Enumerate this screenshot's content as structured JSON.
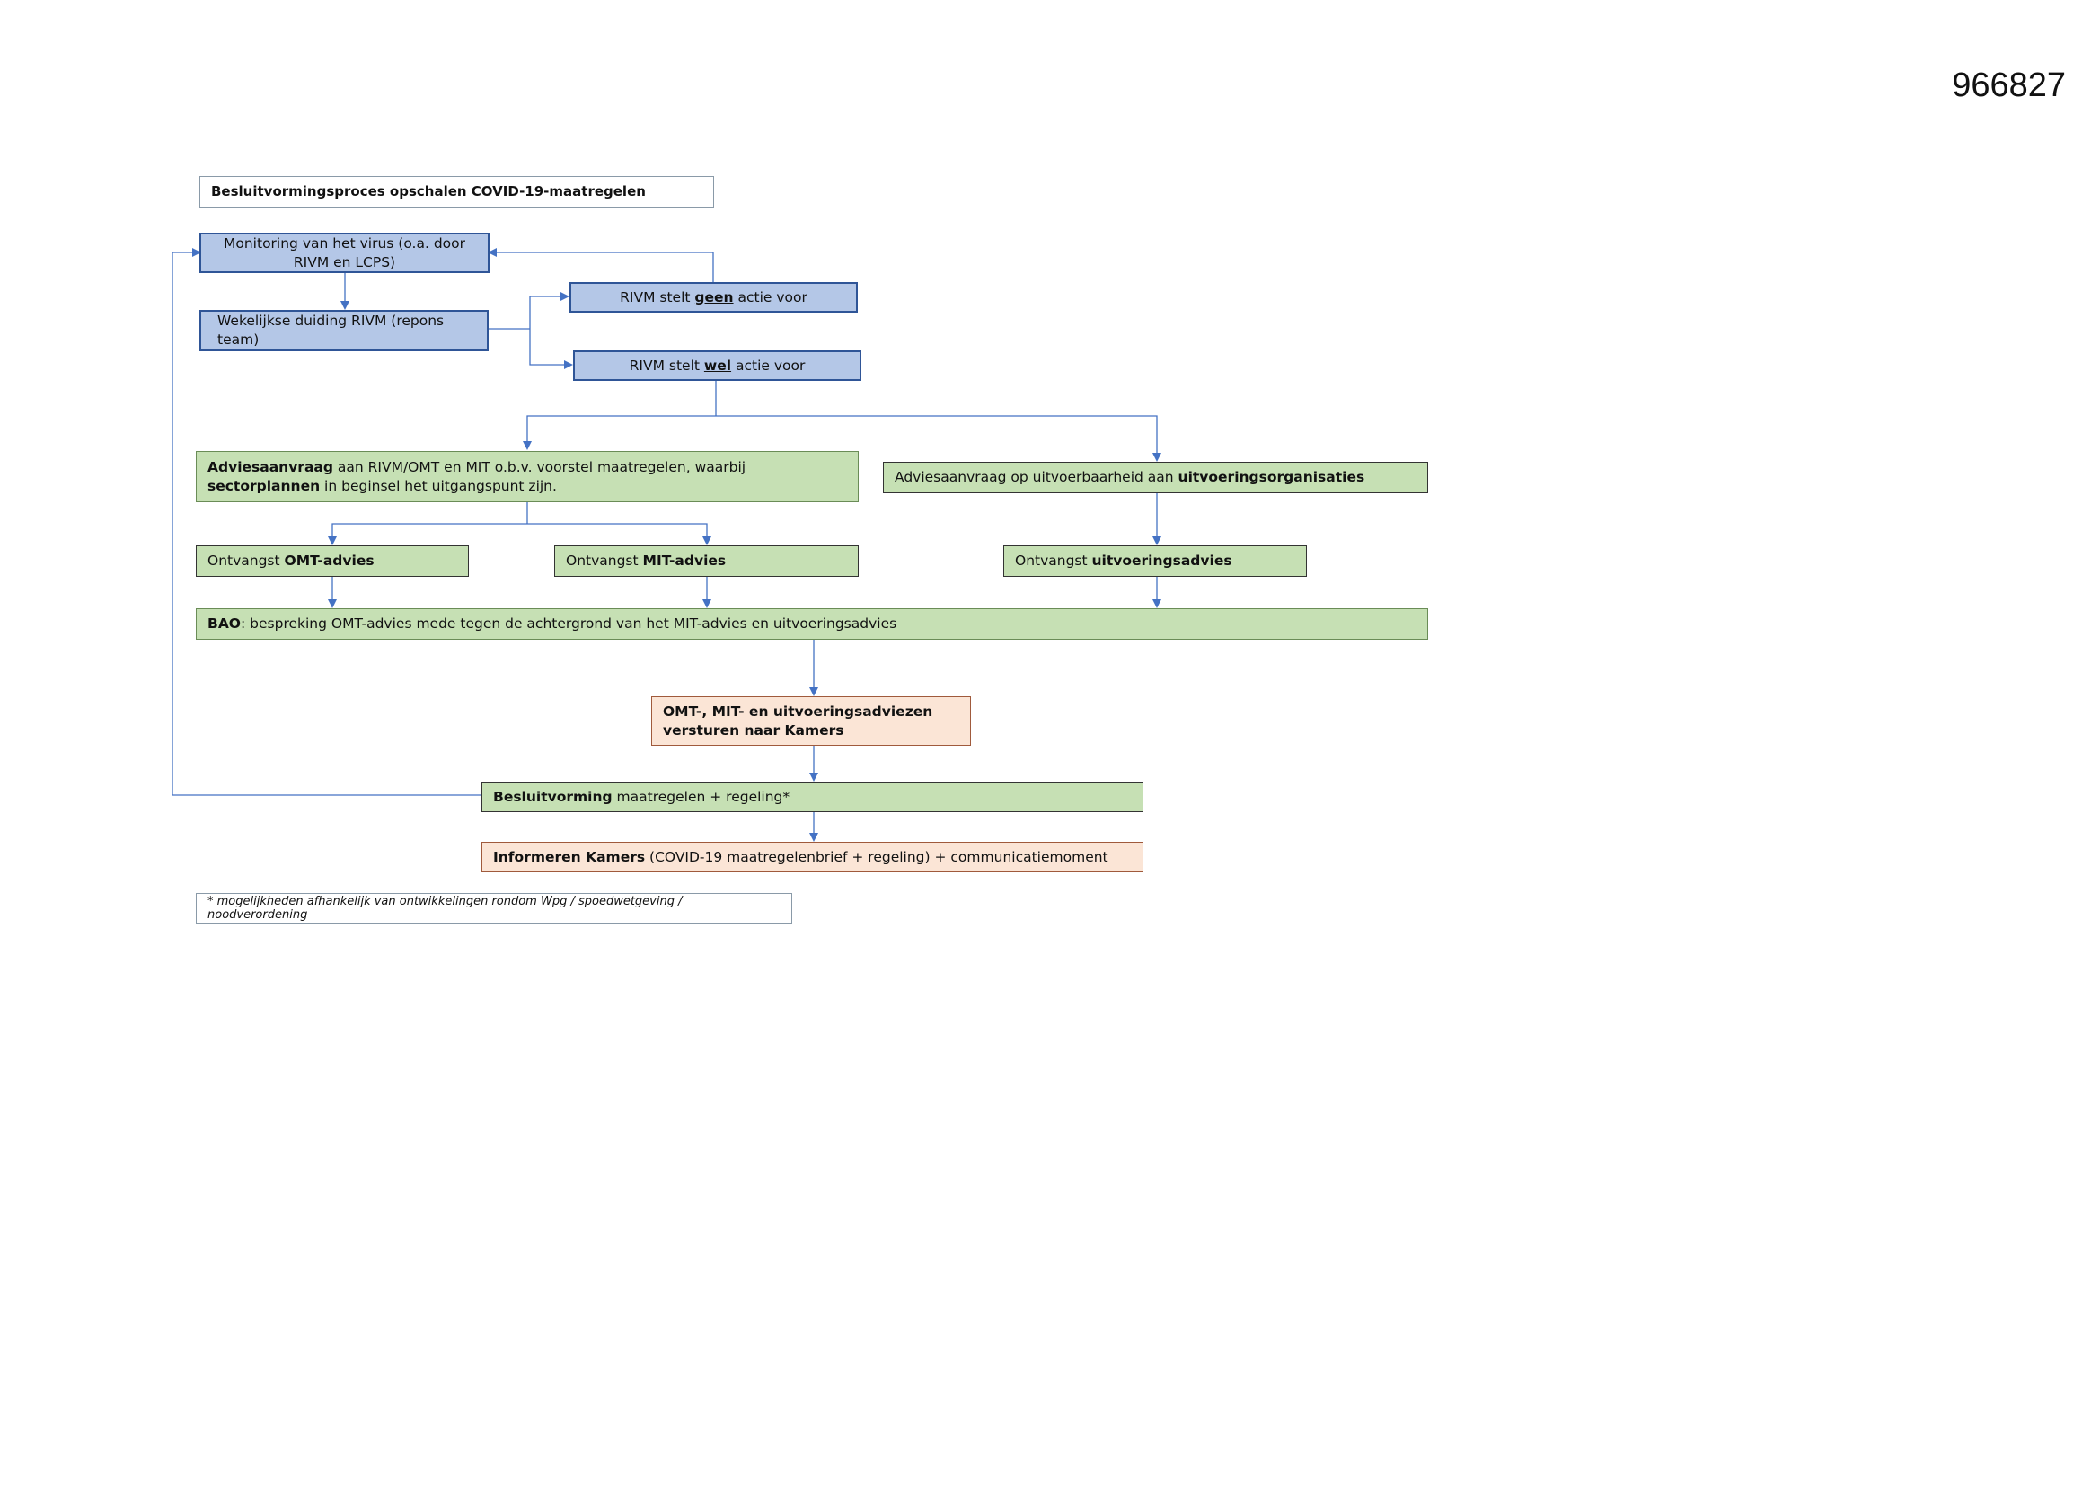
{
  "document_number": "966827",
  "title": "Besluitvormingsproces opschalen COVID-19-maatregelen",
  "nodes": {
    "monitoring": "Monitoring van het virus (o.a. door RIVM en LCPS)",
    "wekelijkse": "Wekelijkse duiding RIVM (repons team)",
    "geen_pre": "RIVM stelt ",
    "geen_key": "geen",
    "geen_post": " actie voor",
    "wel_pre": "RIVM stelt ",
    "wel_key": "wel",
    "wel_post": " actie voor",
    "advies_left_bold1": "Adviesaanvraag",
    "advies_left_mid": " aan RIVM/OMT en MIT o.b.v. voorstel maatregelen, waarbij ",
    "advies_left_bold2": "sectorplannen",
    "advies_left_post": " in beginsel het uitgangspunt zijn.",
    "advies_right_pre": "Adviesaanvraag op uitvoerbaarheid aan ",
    "advies_right_bold": "uitvoeringsorganisaties",
    "omt_pre": "Ontvangst ",
    "omt_bold": "OMT-advies",
    "mit_pre": "Ontvangst ",
    "mit_bold": "MIT-advies",
    "uitv_pre": "Ontvangst ",
    "uitv_bold": "uitvoeringsadvies",
    "bao_bold": "BAO",
    "bao_post": ": bespreking OMT-advies mede tegen de achtergrond van het MIT-advies en uitvoeringsadvies",
    "versturen": "OMT-, MIT- en uitvoeringsadviezen versturen naar Kamers",
    "besluit_bold": "Besluitvorming",
    "besluit_post": " maatregelen + regeling*",
    "informeren_bold": "Informeren Kamers",
    "informeren_post": " (COVID-19 maatregelenbrief + regeling) + communicatiemoment"
  },
  "footnote": "* mogelijkheden afhankelijk van ontwikkelingen rondom Wpg / spoedwetgeving / noodverordening",
  "colors": {
    "blue_fill": "#b4c7e7",
    "blue_border": "#2f5597",
    "green_fill": "#c6e0b4",
    "peach_fill": "#fbe5d6",
    "connector": "#4472c4"
  }
}
